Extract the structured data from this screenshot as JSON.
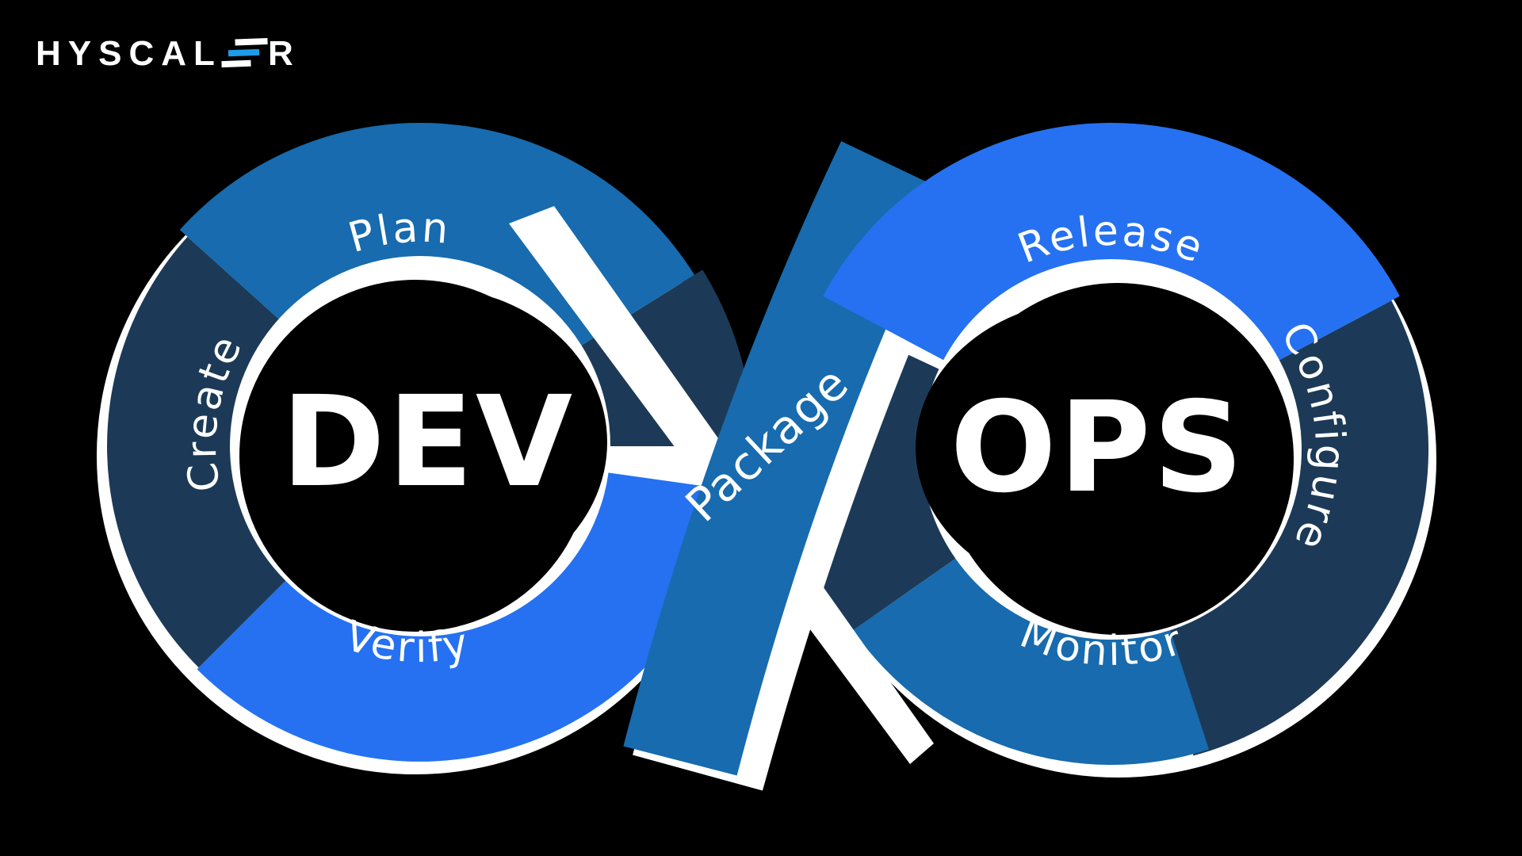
{
  "colors": {
    "background": "#000000",
    "navy": "#1C3A57",
    "medium_blue": "#176BAE",
    "bright_blue": "#2571F2",
    "white": "#FFFFFF",
    "logo_text": "#FFFFFF",
    "logo_accent": "#1E9BE8",
    "center_fill": "#000000",
    "label_text": "#FFFFFF"
  },
  "logo": {
    "name": "HYSCALER",
    "text_before_accent": "HYSCAL",
    "text_after_accent": "R"
  },
  "diagram": {
    "left_loop": {
      "center": "DEV",
      "top_label": "Plan",
      "side_label": "Create",
      "bottom_label": "Verify"
    },
    "right_loop": {
      "center": "OPS",
      "top_label": "Release",
      "side_label": "Configure",
      "bottom_label": "Monitor"
    },
    "crossing_label": "Package"
  }
}
